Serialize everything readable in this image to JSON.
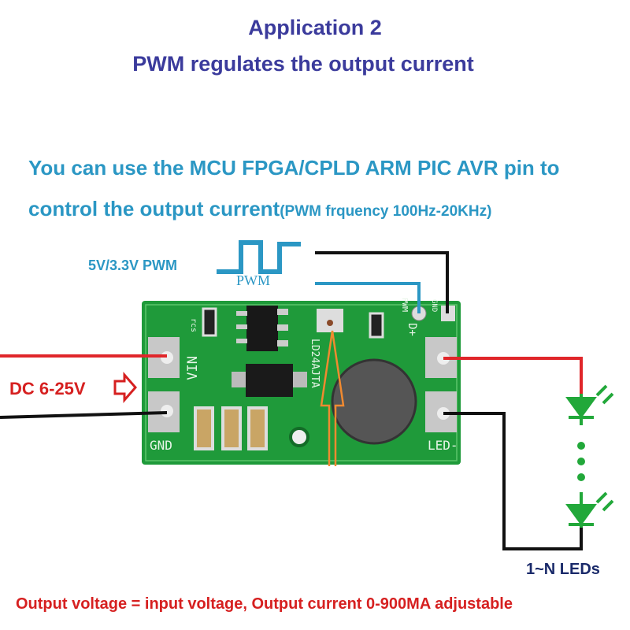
{
  "header": {
    "title": "Application 2",
    "subtitle": "PWM regulates the output current"
  },
  "description": {
    "line1": "You can use the MCU FPGA/CPLD ARM PIC AVR  pin to",
    "line2_main": "control the output current",
    "line2_note": "(PWM frquency 100Hz-20KHz)"
  },
  "labels": {
    "pwm_input": "5V/3.3V PWM",
    "pwm_signal": "PWM",
    "dc_input": "DC 6-25V",
    "leds": "1~N LEDs",
    "footer": "Output voltage = input voltage, Output current 0-900MA adjustable"
  },
  "board": {
    "silkscreen": {
      "vin": "VIN",
      "gnd": "GND",
      "d_plus": "D+",
      "led_minus": "LED-",
      "pwm": "PWM",
      "gnd_small": "GND",
      "chip": "LD24AJTA",
      "rcs": "rcs"
    }
  },
  "colors": {
    "title": "#3b3b9c",
    "accent_cyan": "#2b97c4",
    "red": "#d62020",
    "pcb_green": "#1f9a3a",
    "led_green": "#22a83a",
    "arrow_orange": "#f08a30"
  }
}
